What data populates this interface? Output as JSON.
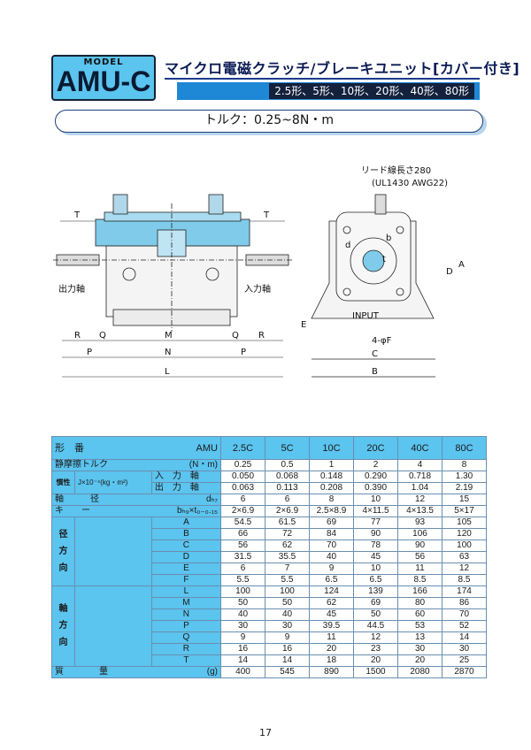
{
  "header": {
    "model_label": "MODEL",
    "model_name": "AMU-C",
    "title": "マイクロ電磁クラッチ/ブレーキユニット[カバー付き]",
    "sizes": "2.5形、5形、10形、20形、40形、80形",
    "torque": "トルク：0.25~8N・m"
  },
  "drawing": {
    "lead_line_1": "リード線長さ280",
    "lead_line_2": "(UL1430 AWG22)",
    "output_shaft": "出力軸",
    "input_shaft": "入力軸",
    "input_label": "INPUT",
    "hole_label": "4-φF",
    "dims_front": [
      "T",
      "T",
      "R",
      "Q",
      "M",
      "Q",
      "R",
      "P",
      "N",
      "P",
      "L"
    ],
    "dims_side": [
      "d",
      "b",
      "t",
      "A",
      "D",
      "E",
      "C",
      "B"
    ]
  },
  "table": {
    "header_label": "形　番",
    "header_amu": "AMU",
    "models": [
      "2.5C",
      "5C",
      "10C",
      "20C",
      "40C",
      "80C"
    ],
    "rows": {
      "torque": {
        "label": "静摩擦トルク",
        "unit": "(N・m)",
        "values": [
          "0.25",
          "0.5",
          "1",
          "2",
          "4",
          "8"
        ]
      },
      "inertia": {
        "group": "慣性",
        "unit": "J×10⁻⁴(kg・m²)",
        "in_label": "入　力　軸",
        "in_values": [
          "0.050",
          "0.068",
          "0.148",
          "0.290",
          "0.718",
          "1.30"
        ],
        "out_label": "出　力　軸",
        "out_values": [
          "0.063",
          "0.113",
          "0.208",
          "0.390",
          "1.04",
          "2.19"
        ]
      },
      "shaft": {
        "label": "軸　　　径",
        "unit": "dₕ₇",
        "values": [
          "6",
          "6",
          "8",
          "10",
          "12",
          "15"
        ]
      },
      "key": {
        "label": "キ　　ー",
        "unit": "bₕ₉×t₀₋₀.₁₅",
        "values": [
          "2×6.9",
          "2×6.9",
          "2.5×8.9",
          "4×11.5",
          "4×13.5",
          "5×17"
        ]
      },
      "radial_group": [
        "径",
        "方",
        "向"
      ],
      "radial": [
        {
          "label": "A",
          "values": [
            "54.5",
            "61.5",
            "69",
            "77",
            "93",
            "105"
          ]
        },
        {
          "label": "B",
          "values": [
            "66",
            "72",
            "84",
            "90",
            "106",
            "120"
          ]
        },
        {
          "label": "C",
          "values": [
            "56",
            "62",
            "70",
            "78",
            "90",
            "100"
          ]
        },
        {
          "label": "D",
          "values": [
            "31.5",
            "35.5",
            "40",
            "45",
            "56",
            "63"
          ]
        },
        {
          "label": "E",
          "values": [
            "6",
            "7",
            "9",
            "10",
            "11",
            "12"
          ]
        },
        {
          "label": "F",
          "values": [
            "5.5",
            "5.5",
            "6.5",
            "6.5",
            "8.5",
            "8.5"
          ]
        }
      ],
      "axial_group": [
        "軸",
        "方",
        "向"
      ],
      "axial": [
        {
          "label": "L",
          "values": [
            "100",
            "100",
            "124",
            "139",
            "166",
            "174"
          ]
        },
        {
          "label": "M",
          "values": [
            "50",
            "50",
            "62",
            "69",
            "80",
            "86"
          ]
        },
        {
          "label": "N",
          "values": [
            "40",
            "40",
            "45",
            "50",
            "60",
            "70"
          ]
        },
        {
          "label": "P",
          "values": [
            "30",
            "30",
            "39.5",
            "44.5",
            "53",
            "52"
          ]
        },
        {
          "label": "Q",
          "values": [
            "9",
            "9",
            "11",
            "12",
            "13",
            "14"
          ]
        },
        {
          "label": "R",
          "values": [
            "16",
            "16",
            "20",
            "23",
            "30",
            "30"
          ]
        },
        {
          "label": "T",
          "values": [
            "14",
            "14",
            "18",
            "20",
            "20",
            "25"
          ]
        }
      ],
      "mass": {
        "label": "質　　　　量",
        "unit": "(g)",
        "values": [
          "400",
          "545",
          "890",
          "1500",
          "2080",
          "2870"
        ]
      }
    }
  },
  "page_number": "17",
  "colors": {
    "accent": "#5bc4ef",
    "navy": "#13213d",
    "blue_bar": "#1e88d6"
  }
}
